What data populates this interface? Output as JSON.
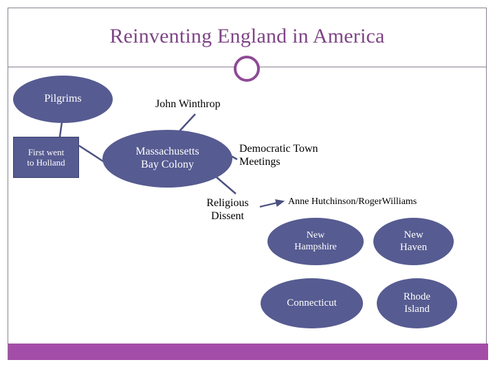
{
  "slide": {
    "title": "Reinventing England in America",
    "title_color": "#7e4486",
    "accent_bar_color": "#a44da8",
    "node_fill_color": "#565b91",
    "node_text_color": "#ffffff",
    "frame_border_color": "#8a7f92"
  },
  "nodes": {
    "pilgrims": {
      "label": "Pilgrims",
      "shape": "ellipse"
    },
    "holland": {
      "label": "First went\nto Holland",
      "line1": "First went",
      "line2": "to Holland",
      "shape": "rectangle"
    },
    "massachusetts": {
      "line1": "Massachusetts",
      "line2": "Bay Colony",
      "shape": "ellipse"
    },
    "new_hampshire": {
      "line1": "New",
      "line2": "Hampshire",
      "shape": "ellipse"
    },
    "new_haven": {
      "line1": "New",
      "line2": "Haven",
      "shape": "ellipse"
    },
    "connecticut": {
      "label": "Connecticut",
      "shape": "ellipse"
    },
    "rhode_island": {
      "line1": "Rhode",
      "line2": "Island",
      "shape": "ellipse"
    }
  },
  "labels": {
    "john_winthrop": "John Winthrop",
    "democratic_town_meetings_line1": "Democratic Town",
    "democratic_town_meetings_line2": "Meetings",
    "religious_dissent_line1": "Religious",
    "religious_dissent_line2": "Dissent",
    "dissenters": "Anne Hutchinson/RogerWilliams"
  },
  "connectors": [
    {
      "from": "pilgrims",
      "to": "holland",
      "arrow": false
    },
    {
      "from": "holland",
      "to": "massachusetts",
      "arrow": false
    },
    {
      "from": "massachusetts",
      "to": "john-winthrop",
      "arrow": false
    },
    {
      "from": "massachusetts",
      "to": "democratic-town-meetings",
      "arrow": false
    },
    {
      "from": "massachusetts",
      "to": "religious-dissent",
      "arrow": false
    },
    {
      "from": "religious-dissent",
      "to": "dissenters",
      "arrow": true
    }
  ]
}
